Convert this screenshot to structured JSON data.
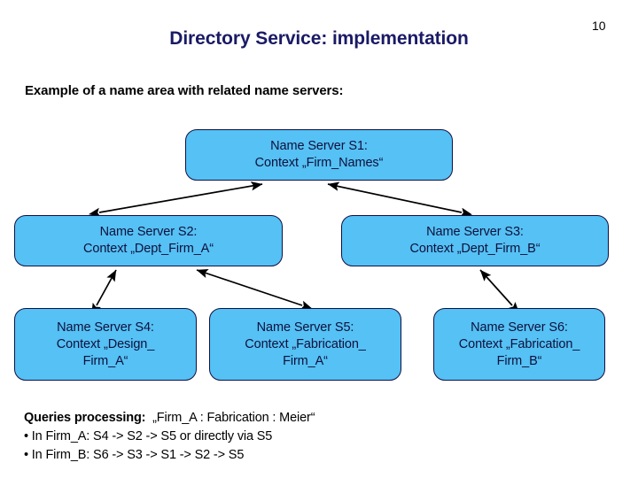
{
  "slide": {
    "page_number": "10",
    "title": "Directory Service: implementation",
    "subtitle": "Example of a name area with related name servers:"
  },
  "diagram": {
    "nodes": [
      {
        "id": "S1",
        "line1": "Name Server S1:",
        "line2": "Context „Firm_Names“",
        "line3": ""
      },
      {
        "id": "S2",
        "line1": "Name Server S2:",
        "line2": "Context „Dept_Firm_A“",
        "line3": ""
      },
      {
        "id": "S3",
        "line1": "Name Server S3:",
        "line2": "Context „Dept_Firm_B“",
        "line3": ""
      },
      {
        "id": "S4",
        "line1": "Name Server S4:",
        "line2": "Context „Design_",
        "line3": "Firm_A“"
      },
      {
        "id": "S5",
        "line1": "Name Server S5:",
        "line2": "Context „Fabrication_",
        "line3": "Firm_A“"
      },
      {
        "id": "S6",
        "line1": "Name Server S6:",
        "line2": "Context „Fabrication_",
        "line3": "Firm_B“"
      }
    ],
    "edges": [
      {
        "from": "S1",
        "to": "S2",
        "style": "double-headed"
      },
      {
        "from": "S1",
        "to": "S3",
        "style": "double-headed"
      },
      {
        "from": "S2",
        "to": "S4",
        "style": "double-headed"
      },
      {
        "from": "S2",
        "to": "S5",
        "style": "double-headed"
      },
      {
        "from": "S3",
        "to": "S6",
        "style": "double-headed"
      }
    ],
    "node_fill": "#55c1f4",
    "node_border": "#101044",
    "node_text": "#10103c"
  },
  "notes": {
    "heading": "Queries processing:",
    "query": "  „Firm_A : Fabrication : Meier“",
    "bullet1": "• In Firm_A: S4 -> S2 -> S5 or directly via S5",
    "bullet2": "• In Firm_B: S6 -> S3 -> S1 -> S2 -> S5"
  },
  "colors": {
    "title": "#1a1a66",
    "background": "#ffffff"
  }
}
